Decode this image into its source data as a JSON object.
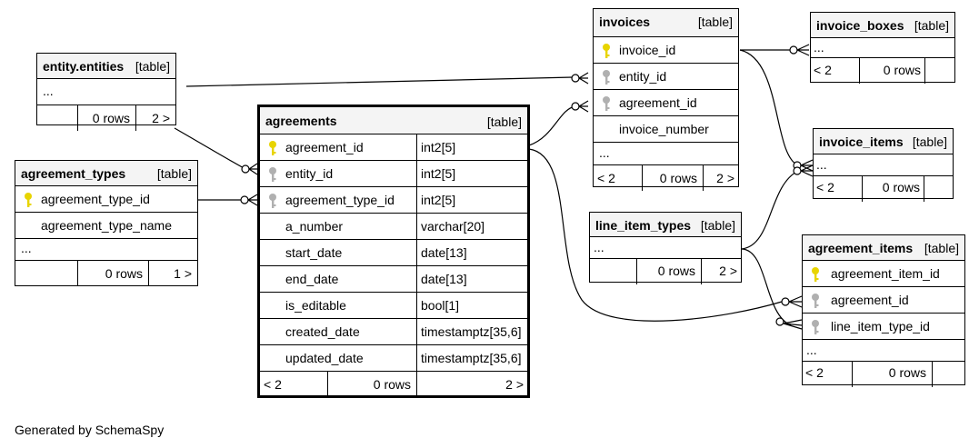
{
  "tables": {
    "entity_entities": {
      "name": "entity.entities",
      "type": "[table]",
      "ellipsis": "...",
      "rows": "0 rows",
      "children": "2 >"
    },
    "agreement_types": {
      "name": "agreement_types",
      "type": "[table]",
      "columns": [
        {
          "name": "agreement_type_id",
          "key": "primary"
        },
        {
          "name": "agreement_type_name",
          "key": "none"
        }
      ],
      "ellipsis": "...",
      "rows": "0 rows",
      "children": "1 >"
    },
    "agreements": {
      "name": "agreements",
      "type": "[table]",
      "columns": [
        {
          "name": "agreement_id",
          "datatype": "int2[5]",
          "key": "primary"
        },
        {
          "name": "entity_id",
          "datatype": "int2[5]",
          "key": "foreign"
        },
        {
          "name": "agreement_type_id",
          "datatype": "int2[5]",
          "key": "foreign"
        },
        {
          "name": "a_number",
          "datatype": "varchar[20]",
          "key": "none"
        },
        {
          "name": "start_date",
          "datatype": "date[13]",
          "key": "none"
        },
        {
          "name": "end_date",
          "datatype": "date[13]",
          "key": "none"
        },
        {
          "name": "is_editable",
          "datatype": "bool[1]",
          "key": "none"
        },
        {
          "name": "created_date",
          "datatype": "timestamptz[35,6]",
          "key": "none"
        },
        {
          "name": "updated_date",
          "datatype": "timestamptz[35,6]",
          "key": "none"
        }
      ],
      "parents": "< 2",
      "rows": "0 rows",
      "children": "2 >"
    },
    "invoices": {
      "name": "invoices",
      "type": "[table]",
      "columns": [
        {
          "name": "invoice_id",
          "key": "primary"
        },
        {
          "name": "entity_id",
          "key": "foreign"
        },
        {
          "name": "agreement_id",
          "key": "foreign"
        },
        {
          "name": "invoice_number",
          "key": "none"
        }
      ],
      "ellipsis": "...",
      "parents": "< 2",
      "rows": "0 rows",
      "children": "2 >"
    },
    "invoice_boxes": {
      "name": "invoice_boxes",
      "type": "[table]",
      "ellipsis": "...",
      "parents": "< 2",
      "rows": "0 rows"
    },
    "invoice_items": {
      "name": "invoice_items",
      "type": "[table]",
      "ellipsis": "...",
      "parents": "< 2",
      "rows": "0 rows"
    },
    "line_item_types": {
      "name": "line_item_types",
      "type": "[table]",
      "ellipsis": "...",
      "rows": "0 rows",
      "children": "2 >"
    },
    "agreement_items": {
      "name": "agreement_items",
      "type": "[table]",
      "columns": [
        {
          "name": "agreement_item_id",
          "key": "primary"
        },
        {
          "name": "agreement_id",
          "key": "foreign"
        },
        {
          "name": "line_item_type_id",
          "key": "foreign"
        }
      ],
      "ellipsis": "...",
      "parents": "< 2",
      "rows": "0 rows"
    }
  },
  "colors": {
    "primary_key": "#e8d400",
    "foreign_key": "#b0b0b0",
    "header_bg": "#f4f4f4"
  },
  "footer": {
    "generated_by": "Generated by SchemaSpy"
  }
}
